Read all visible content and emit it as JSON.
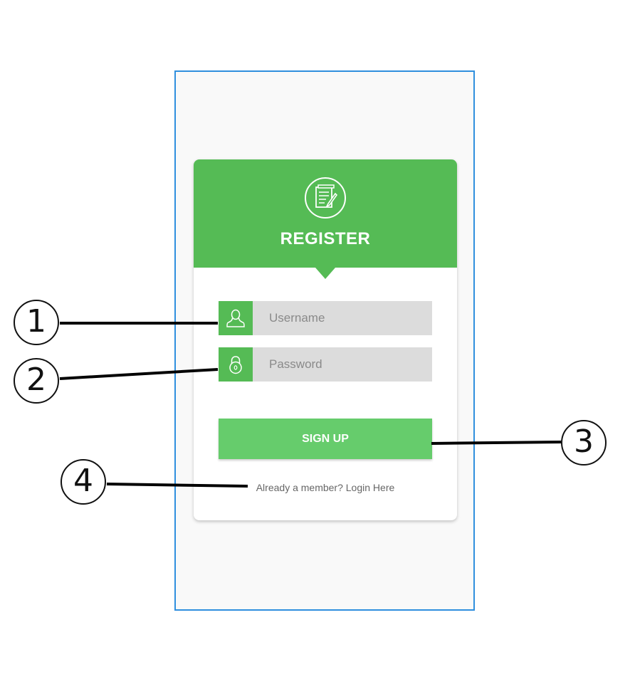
{
  "form": {
    "title": "REGISTER",
    "username_placeholder": "Username",
    "password_placeholder": "Password",
    "submit_label": "SIGN UP",
    "login_link": "Already a member? Login Here"
  },
  "callouts": [
    "1",
    "2",
    "3",
    "4"
  ],
  "icons": {
    "header": "register-document-icon",
    "username": "user-icon",
    "password": "padlock-icon"
  },
  "colors": {
    "accent": "#55bb55",
    "button": "#66cc6c",
    "field_bg": "#dcdcdc",
    "frame_border": "#2f8fde",
    "screen_bg": "#f9f9f9"
  }
}
